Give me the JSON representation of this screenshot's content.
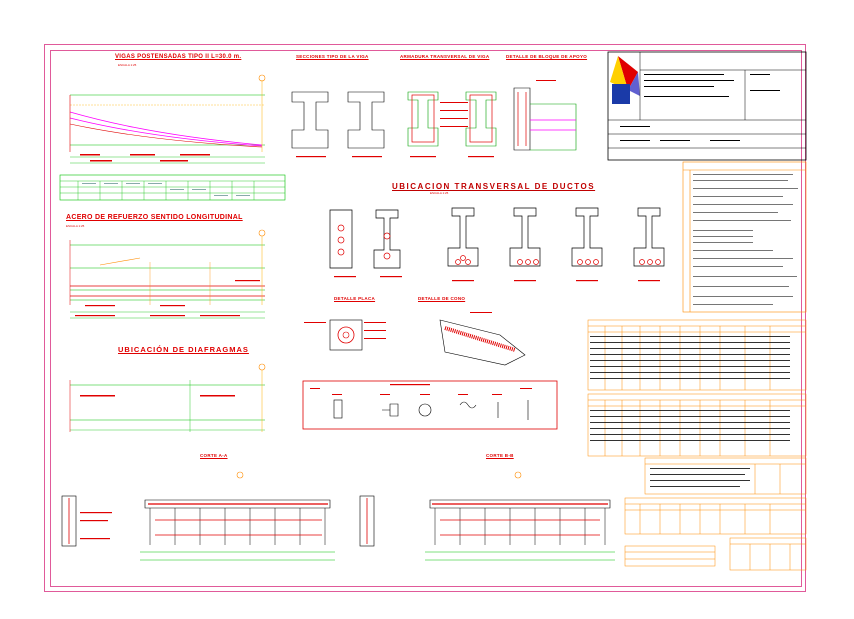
{
  "sheet": {
    "frame_color": "#e05a9a",
    "accent_red": "#e00000",
    "accent_green": "#00b400",
    "accent_magenta": "#ff00ff",
    "accent_orange": "#ff8c00"
  },
  "titles": {
    "viga": "VIGAS POSTENSADAS TIPO II L=30.0 m.",
    "acero": "ACERO DE REFUERZO SENTIDO LONGITUDINAL",
    "diafragmas": "UBICACIÓN DE DIAFRAGMAS",
    "ductos": "UBICACION TRANSVERSAL DE DUCTOS",
    "seccion_tipo": "SECCIONES TIPO DE LA VIGA",
    "estribos": "ARMADURA TRANSVERSAL DE VIGA",
    "detalle_apoyo": "DETALLE DE BLOQUE DE APOYO",
    "placa": "DETALLE PLACA",
    "cono": "DETALLE DE CONO",
    "corte_a": "CORTE A-A",
    "corte_b": "CORTE B-B"
  },
  "subtitles": {
    "escala": "ESCALA 1:25"
  }
}
